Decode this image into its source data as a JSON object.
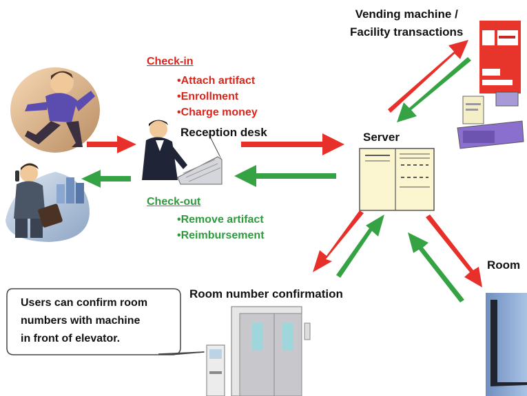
{
  "labels": {
    "vending_line1": "Vending machine /",
    "vending_line2": "Facility transactions",
    "reception_desk": "Reception desk",
    "server": "Server",
    "room": "Room",
    "room_number_confirmation": "Room number confirmation"
  },
  "check_in": {
    "title": "Check-in",
    "items": [
      "•Attach artifact",
      "•Enrollment",
      "•Charge money"
    ]
  },
  "check_out": {
    "title": "Check-out",
    "items": [
      "•Remove artifact",
      "•Reimbursement"
    ]
  },
  "callout": {
    "lines": [
      "Users can confirm room",
      "numbers with machine",
      "in front of elevator."
    ]
  },
  "colors": {
    "outbound_arrow": "#e8302a",
    "return_arrow": "#35a343",
    "check_in_text": "#d9261c",
    "check_out_text": "#2e9a3e"
  }
}
